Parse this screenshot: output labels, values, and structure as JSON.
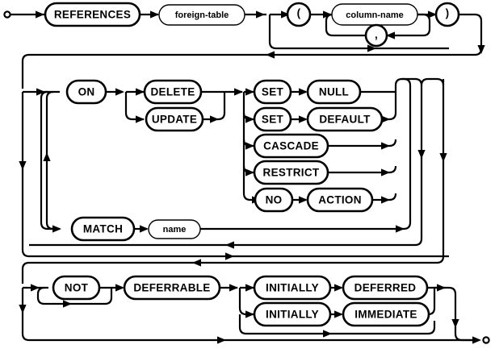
{
  "diagram": {
    "title": "REFERENCES clause railroad syntax diagram",
    "colors": {
      "line": "#000000",
      "fill": "#ffffff",
      "text": "#000000"
    },
    "start_marker": "start-circle",
    "end_marker": "end-circle",
    "rows": [
      {
        "id": "row-references",
        "nodes": [
          {
            "name": "keyword-references",
            "kind": "terminal",
            "label": "REFERENCES"
          },
          {
            "name": "nonterminal-foreign-table",
            "kind": "nonterminal",
            "label": "foreign-table"
          },
          {
            "name": "punct-open-paren",
            "kind": "terminal-round",
            "label": "("
          },
          {
            "name": "nonterminal-column-name",
            "kind": "nonterminal",
            "label": "column-name"
          },
          {
            "name": "punct-comma",
            "kind": "terminal-round",
            "label": ","
          },
          {
            "name": "punct-close-paren",
            "kind": "terminal-round",
            "label": ")"
          }
        ]
      },
      {
        "id": "row-on-action",
        "nodes": [
          {
            "name": "keyword-on",
            "kind": "terminal",
            "label": "ON"
          },
          {
            "name": "keyword-delete",
            "kind": "terminal",
            "label": "DELETE"
          },
          {
            "name": "keyword-update",
            "kind": "terminal",
            "label": "UPDATE"
          },
          {
            "name": "keyword-set-null-set",
            "kind": "terminal",
            "label": "SET"
          },
          {
            "name": "keyword-null",
            "kind": "terminal",
            "label": "NULL"
          },
          {
            "name": "keyword-set-default-set",
            "kind": "terminal",
            "label": "SET"
          },
          {
            "name": "keyword-default",
            "kind": "terminal",
            "label": "DEFAULT"
          },
          {
            "name": "keyword-cascade",
            "kind": "terminal",
            "label": "CASCADE"
          },
          {
            "name": "keyword-restrict",
            "kind": "terminal",
            "label": "RESTRICT"
          },
          {
            "name": "keyword-no",
            "kind": "terminal",
            "label": "NO"
          },
          {
            "name": "keyword-action",
            "kind": "terminal",
            "label": "ACTION"
          },
          {
            "name": "keyword-match",
            "kind": "terminal",
            "label": "MATCH"
          },
          {
            "name": "nonterminal-name",
            "kind": "nonterminal",
            "label": "name"
          }
        ]
      },
      {
        "id": "row-deferrable",
        "nodes": [
          {
            "name": "keyword-not",
            "kind": "terminal",
            "label": "NOT"
          },
          {
            "name": "keyword-deferrable",
            "kind": "terminal",
            "label": "DEFERRABLE"
          },
          {
            "name": "keyword-initially-deferred",
            "kind": "terminal",
            "label": "INITIALLY"
          },
          {
            "name": "keyword-deferred",
            "kind": "terminal",
            "label": "DEFERRED"
          },
          {
            "name": "keyword-initially-immediate",
            "kind": "terminal",
            "label": "INITIALLY"
          },
          {
            "name": "keyword-immediate",
            "kind": "terminal",
            "label": "IMMEDIATE"
          }
        ]
      }
    ],
    "labels": {
      "references": "REFERENCES",
      "foreign_table": "foreign-table",
      "open_paren": "(",
      "column_name": "column-name",
      "comma": ",",
      "close_paren": ")",
      "on": "ON",
      "delete": "DELETE",
      "update": "UPDATE",
      "set_1": "SET",
      "null": "NULL",
      "set_2": "SET",
      "default": "DEFAULT",
      "cascade": "CASCADE",
      "restrict": "RESTRICT",
      "no": "NO",
      "action": "ACTION",
      "match": "MATCH",
      "name": "name",
      "not": "NOT",
      "deferrable": "DEFERRABLE",
      "initially_1": "INITIALLY",
      "deferred": "DEFERRED",
      "initially_2": "INITIALLY",
      "immediate": "IMMEDIATE"
    }
  }
}
